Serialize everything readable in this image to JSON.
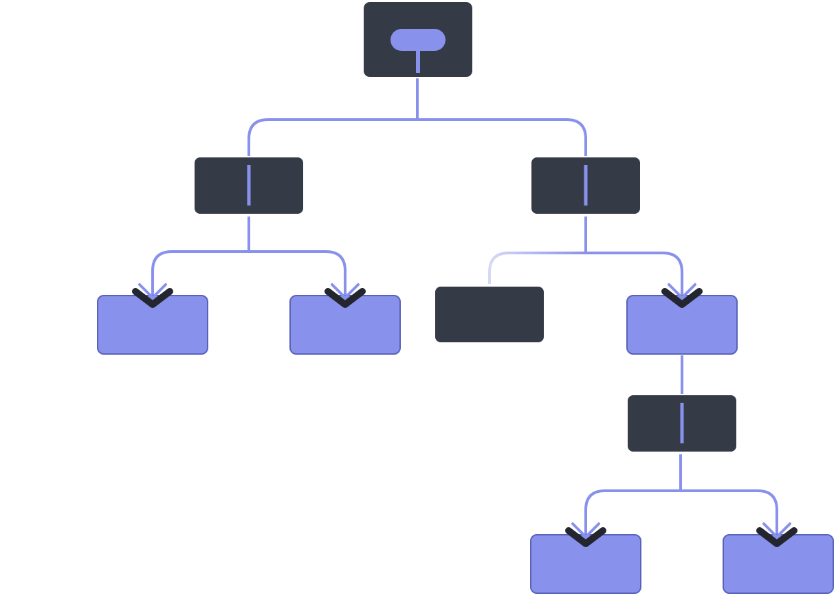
{
  "diagram": {
    "type": "tree",
    "colors": {
      "background": "#ffffff",
      "dark_node": "#353a47",
      "accent": "#8891eb",
      "accent_faded": "#d6d8f7",
      "leaf_border": "#5a62b8",
      "arrow_shadow": "#23262e"
    },
    "nodes": [
      {
        "id": "root",
        "kind": "dark",
        "icon": "pill-connector"
      },
      {
        "id": "left-branch",
        "kind": "dark",
        "parent": "root"
      },
      {
        "id": "right-branch",
        "kind": "dark",
        "parent": "root"
      },
      {
        "id": "leaf-1",
        "kind": "accent",
        "parent": "left-branch"
      },
      {
        "id": "leaf-2",
        "kind": "accent",
        "parent": "left-branch"
      },
      {
        "id": "inactive-node",
        "kind": "dark",
        "parent": "right-branch",
        "edge": "faded"
      },
      {
        "id": "leaf-3",
        "kind": "accent",
        "parent": "right-branch"
      },
      {
        "id": "sub-branch",
        "kind": "dark",
        "parent": "leaf-3"
      },
      {
        "id": "leaf-4",
        "kind": "accent",
        "parent": "sub-branch"
      },
      {
        "id": "leaf-5",
        "kind": "accent",
        "parent": "sub-branch"
      }
    ]
  }
}
